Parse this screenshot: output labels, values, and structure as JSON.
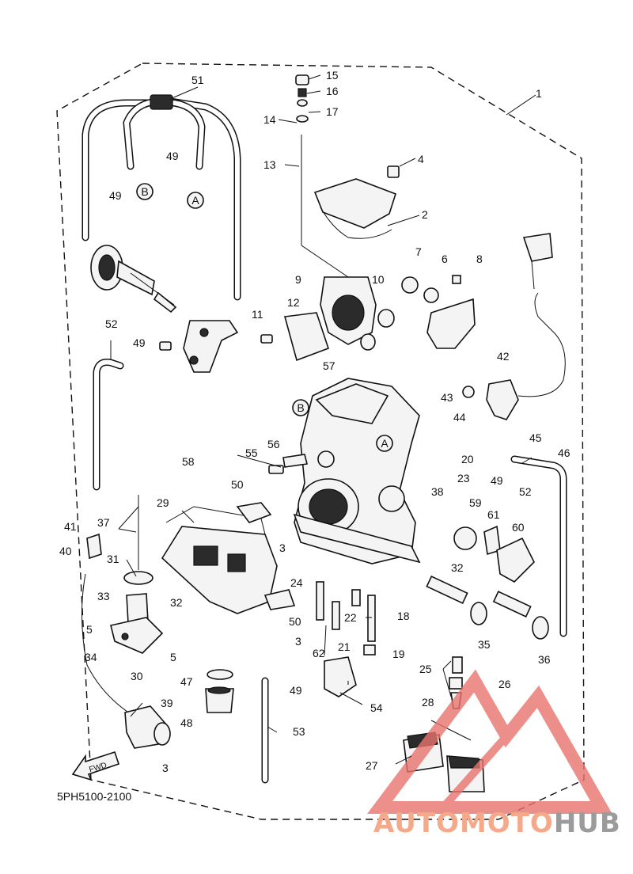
{
  "diagram": {
    "ref_code": "5PH5100-2100",
    "fwd_label": "FWD",
    "watermark": {
      "part1": "AUTOMOTO",
      "part2": "HUB",
      "color1": "#f3a98a",
      "color2": "#9b9b9b",
      "logo_color": "#e8736d"
    },
    "callouts": [
      {
        "id": "1",
        "text": "1"
      },
      {
        "id": "2",
        "text": "2"
      },
      {
        "id": "3a",
        "text": "3"
      },
      {
        "id": "3b",
        "text": "3"
      },
      {
        "id": "3c",
        "text": "3"
      },
      {
        "id": "4",
        "text": "4"
      },
      {
        "id": "5a",
        "text": "5"
      },
      {
        "id": "5b",
        "text": "5"
      },
      {
        "id": "6",
        "text": "6"
      },
      {
        "id": "7",
        "text": "7"
      },
      {
        "id": "8",
        "text": "8"
      },
      {
        "id": "9",
        "text": "9"
      },
      {
        "id": "10",
        "text": "10"
      },
      {
        "id": "11",
        "text": "11"
      },
      {
        "id": "12",
        "text": "12"
      },
      {
        "id": "13",
        "text": "13"
      },
      {
        "id": "14",
        "text": "14"
      },
      {
        "id": "15",
        "text": "15"
      },
      {
        "id": "16",
        "text": "16"
      },
      {
        "id": "17",
        "text": "17"
      },
      {
        "id": "18",
        "text": "18"
      },
      {
        "id": "19",
        "text": "19"
      },
      {
        "id": "20",
        "text": "20"
      },
      {
        "id": "21",
        "text": "21"
      },
      {
        "id": "22",
        "text": "22"
      },
      {
        "id": "23",
        "text": "23"
      },
      {
        "id": "24",
        "text": "24"
      },
      {
        "id": "25",
        "text": "25"
      },
      {
        "id": "26",
        "text": "26"
      },
      {
        "id": "27",
        "text": "27"
      },
      {
        "id": "28",
        "text": "28"
      },
      {
        "id": "29",
        "text": "29"
      },
      {
        "id": "30",
        "text": "30"
      },
      {
        "id": "31",
        "text": "31"
      },
      {
        "id": "32a",
        "text": "32"
      },
      {
        "id": "32b",
        "text": "32"
      },
      {
        "id": "33",
        "text": "33"
      },
      {
        "id": "34",
        "text": "34"
      },
      {
        "id": "35",
        "text": "35"
      },
      {
        "id": "36",
        "text": "36"
      },
      {
        "id": "37",
        "text": "37"
      },
      {
        "id": "38",
        "text": "38"
      },
      {
        "id": "39",
        "text": "39"
      },
      {
        "id": "40",
        "text": "40"
      },
      {
        "id": "41",
        "text": "41"
      },
      {
        "id": "42",
        "text": "42"
      },
      {
        "id": "43",
        "text": "43"
      },
      {
        "id": "44",
        "text": "44"
      },
      {
        "id": "45",
        "text": "45"
      },
      {
        "id": "46",
        "text": "46"
      },
      {
        "id": "47",
        "text": "47"
      },
      {
        "id": "48",
        "text": "48"
      },
      {
        "id": "49a",
        "text": "49"
      },
      {
        "id": "49b",
        "text": "49"
      },
      {
        "id": "49c",
        "text": "49"
      },
      {
        "id": "49d",
        "text": "49"
      },
      {
        "id": "49e",
        "text": "49"
      },
      {
        "id": "50a",
        "text": "50"
      },
      {
        "id": "50b",
        "text": "50"
      },
      {
        "id": "51",
        "text": "51"
      },
      {
        "id": "52a",
        "text": "52"
      },
      {
        "id": "52b",
        "text": "52"
      },
      {
        "id": "53",
        "text": "53"
      },
      {
        "id": "54",
        "text": "54"
      },
      {
        "id": "55",
        "text": "55"
      },
      {
        "id": "56",
        "text": "56"
      },
      {
        "id": "57",
        "text": "57"
      },
      {
        "id": "58",
        "text": "58"
      },
      {
        "id": "59",
        "text": "59"
      },
      {
        "id": "60",
        "text": "60"
      },
      {
        "id": "61",
        "text": "61"
      },
      {
        "id": "62",
        "text": "62"
      }
    ],
    "markers": [
      {
        "id": "A1",
        "text": "A"
      },
      {
        "id": "B1",
        "text": "B"
      },
      {
        "id": "A2",
        "text": "A"
      },
      {
        "id": "B2",
        "text": "B"
      }
    ]
  }
}
